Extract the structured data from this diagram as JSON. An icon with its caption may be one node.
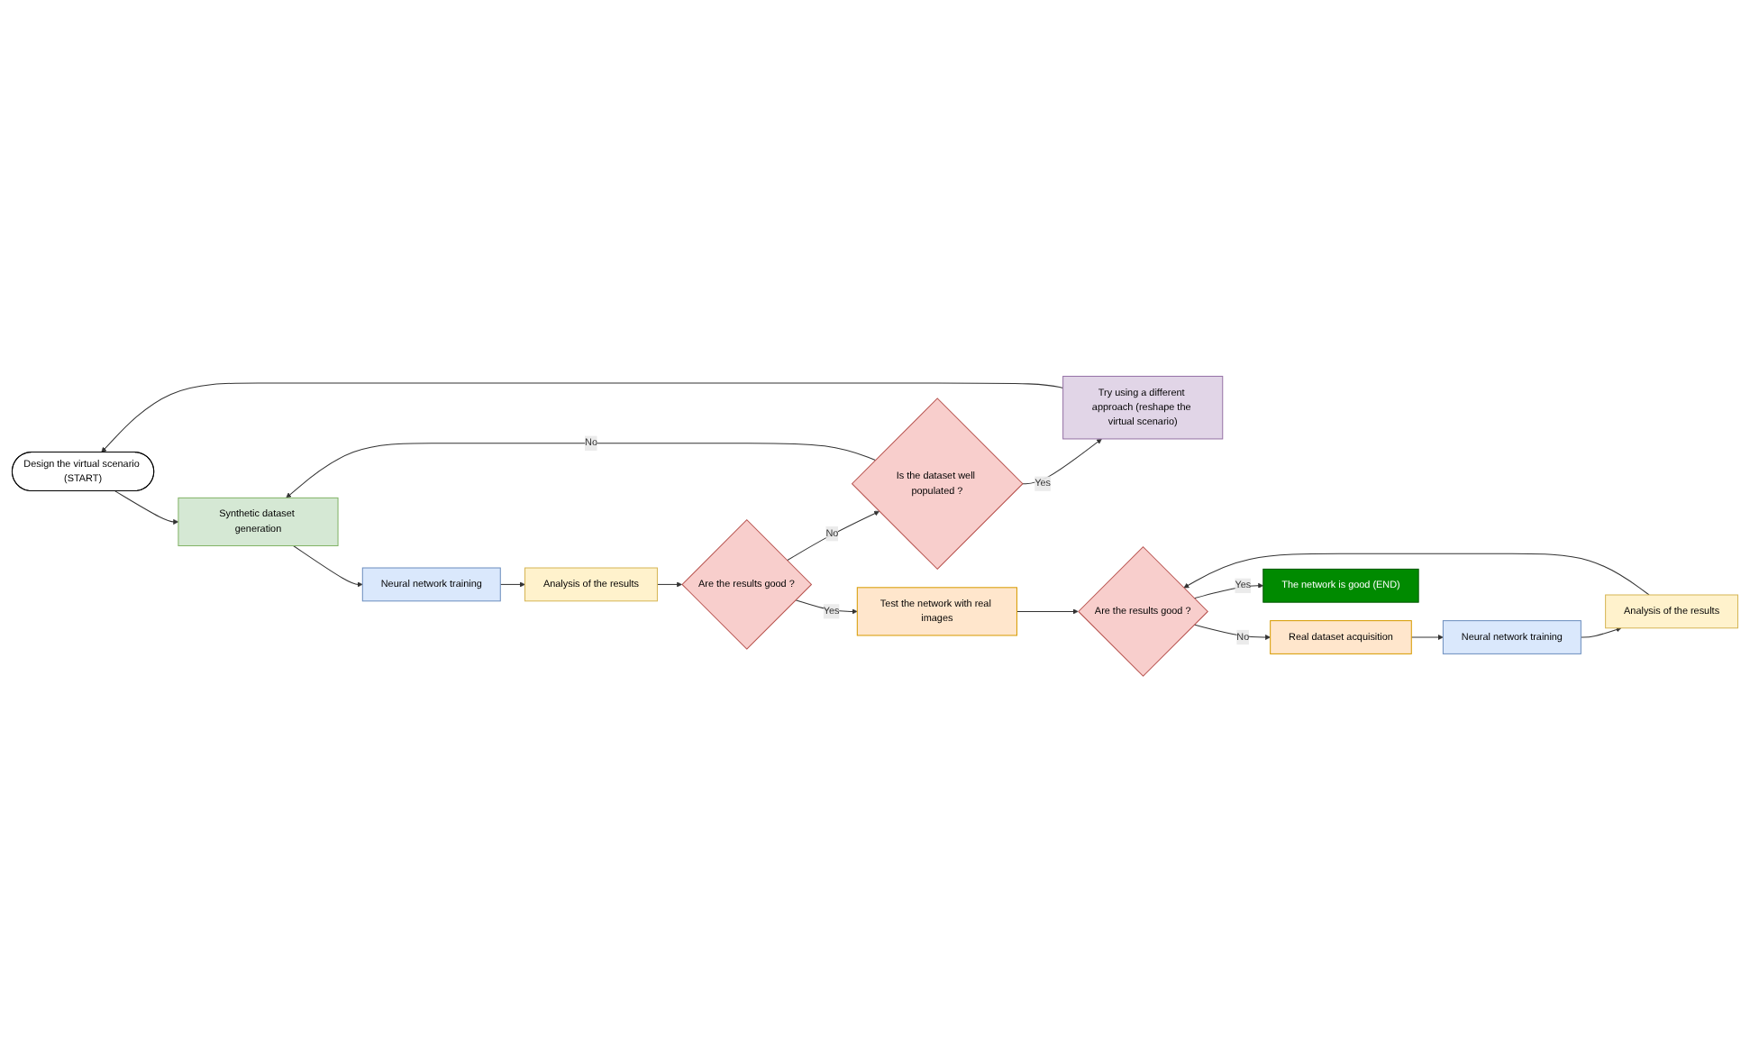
{
  "diagram": {
    "nodes": [
      {
        "text": [
          "Design the virtual scenario (START)"
        ]
      },
      {
        "text": [
          "Synthetic dataset generation"
        ]
      },
      {
        "text": [
          "Neural network training"
        ]
      },
      {
        "text": [
          "Analysis of the results"
        ]
      },
      {
        "text": [
          "Are the results good ?"
        ]
      },
      {
        "text": [
          "Is the dataset well populated ?"
        ]
      },
      {
        "text": [
          "Try using a different approach (reshape the virtual scenario)"
        ]
      },
      {
        "text": [
          "Test the network with real images"
        ]
      },
      {
        "text": [
          "Analysis of the results"
        ]
      },
      {
        "text": [
          "Are the results good ?"
        ]
      },
      {
        "text": [
          "Neural network training"
        ]
      },
      {
        "text": [
          "Real dataset acquisition"
        ]
      },
      {
        "text": [
          "The network is good (END)"
        ]
      }
    ],
    "edges": [
      {
        "from": 0,
        "to": 1,
        "arrow": "to"
      },
      {
        "from": 1,
        "to": 2,
        "arrow": "to"
      },
      {
        "from": 2,
        "to": 3,
        "arrow": "to"
      },
      {
        "from": 3,
        "to": 4,
        "arrow": "to"
      },
      {
        "from": 4,
        "to": 5,
        "arrow": "to",
        "label": "No"
      },
      {
        "from": 5,
        "to": 1,
        "arrow": "to",
        "label": "No"
      },
      {
        "from": 5,
        "to": 6,
        "arrow": "to",
        "label": "Yes"
      },
      {
        "from": 6,
        "to": 0,
        "arrow": "to"
      },
      {
        "from": 4,
        "to": 7,
        "arrow": "to",
        "label": "Yes"
      },
      {
        "from": 8,
        "to": 9,
        "arrow": "to"
      },
      {
        "from": 7,
        "to": 9,
        "arrow": "to"
      },
      {
        "from": 9,
        "to": 11,
        "arrow": "to",
        "label": "No"
      },
      {
        "from": 11,
        "to": 10,
        "arrow": "to"
      },
      {
        "from": 10,
        "to": 8,
        "arrow": "to"
      },
      {
        "from": 9,
        "to": 12,
        "arrow": "to",
        "label": "Yes"
      }
    ]
  }
}
